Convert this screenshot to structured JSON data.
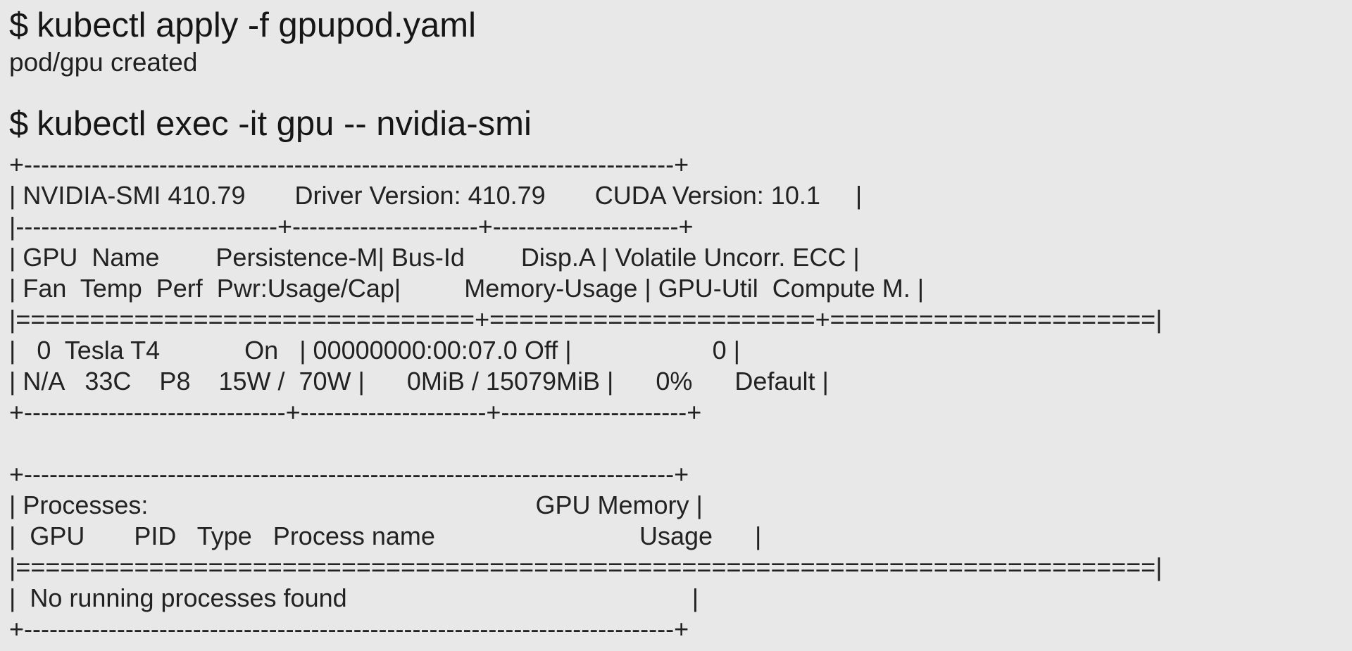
{
  "colors": {
    "background": "#e8e8e8",
    "text": "#1c1c1c"
  },
  "terminal": {
    "entries": [
      {
        "prompt": "$",
        "command": "kubectl apply -f gpupod.yaml",
        "output": "pod/gpu created"
      },
      {
        "prompt": "$",
        "command": "kubectl exec -it gpu -- nvidia-smi"
      }
    ]
  },
  "nvidia_smi": {
    "version": "410.79",
    "driver_version": "410.79",
    "cuda_version": "10.1",
    "gpus": [
      {
        "index": "0",
        "name": "Tesla T4",
        "persistence_m": "On",
        "bus_id": "00000000:00:07.0",
        "disp_a": "Off",
        "volatile_uncorr_ecc": "0",
        "fan": "N/A",
        "temp": "33C",
        "perf": "P8",
        "pwr_usage_cap": "15W /  70W",
        "memory_usage": "0MiB / 15079MiB",
        "gpu_util": "0%",
        "compute_mode": "Default"
      }
    ],
    "processes_status": "No running processes found",
    "lines": [
      "+-----------------------------------------------------------------------------+",
      "| NVIDIA-SMI 410.79       Driver Version: 410.79       CUDA Version: 10.1     |",
      "|-------------------------------+----------------------+----------------------+",
      "| GPU  Name        Persistence-M| Bus-Id        Disp.A | Volatile Uncorr. ECC |",
      "| Fan  Temp  Perf  Pwr:Usage/Cap|         Memory-Usage | GPU-Util  Compute M. |",
      "|===============================+======================+======================|",
      "|   0  Tesla T4            On   | 00000000:00:07.0 Off |                    0 |",
      "| N/A   33C    P8    15W /  70W |      0MiB / 15079MiB |      0%      Default |",
      "+-------------------------------+----------------------+----------------------+",
      "",
      "+-----------------------------------------------------------------------------+",
      "| Processes:                                                       GPU Memory |",
      "|  GPU       PID   Type   Process name                             Usage      |",
      "|=============================================================================|",
      "|  No running processes found                                                 |",
      "+-----------------------------------------------------------------------------+"
    ]
  }
}
